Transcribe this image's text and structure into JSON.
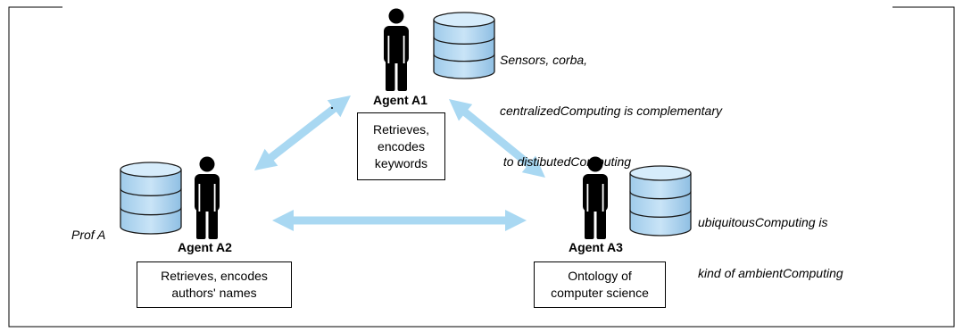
{
  "agents": [
    {
      "id": "a1",
      "label": "Agent A1",
      "task_lines": [
        "Retrieves,",
        "encodes",
        "keywords"
      ],
      "db_note_lines": [
        "Sensors, corba,",
        "centralizedComputing is complementary",
        " to distibutedComputing"
      ]
    },
    {
      "id": "a2",
      "label": "Agent A2",
      "task_lines": [
        "Retrieves, encodes",
        "authors' names"
      ],
      "db_note_lines": [
        "Prof A"
      ]
    },
    {
      "id": "a3",
      "label": "Agent A3",
      "task_lines": [
        "Ontology of",
        "computer science"
      ],
      "db_note_lines": [
        "ubiquitousComputing is",
        "kind of ambientComputing"
      ]
    }
  ],
  "colors": {
    "arrow": "#a9d8f2",
    "db_fill_top": "#d6ecfb",
    "db_fill": "#a9d3f0",
    "db_stroke": "#1a1a1a",
    "person": "#000000"
  },
  "icons": {
    "person": "person-icon",
    "database": "database-icon",
    "connection": "double-arrow-icon"
  }
}
